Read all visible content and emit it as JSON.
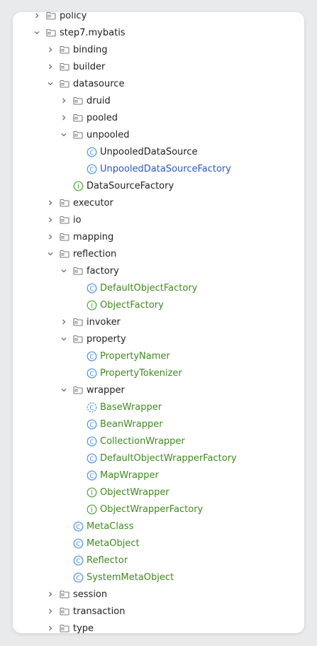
{
  "project_tree": {
    "items": [
      {
        "label": "policy",
        "depth": 0,
        "kind": "folder",
        "expanded": false,
        "color": "default"
      },
      {
        "label": "step7.mybatis",
        "depth": 0,
        "kind": "folder",
        "expanded": true,
        "color": "default"
      },
      {
        "label": "binding",
        "depth": 1,
        "kind": "folder",
        "expanded": false,
        "color": "default"
      },
      {
        "label": "builder",
        "depth": 1,
        "kind": "folder",
        "expanded": false,
        "color": "default"
      },
      {
        "label": "datasource",
        "depth": 1,
        "kind": "folder",
        "expanded": true,
        "color": "default"
      },
      {
        "label": "druid",
        "depth": 2,
        "kind": "folder",
        "expanded": false,
        "color": "default"
      },
      {
        "label": "pooled",
        "depth": 2,
        "kind": "folder",
        "expanded": false,
        "color": "default"
      },
      {
        "label": "unpooled",
        "depth": 2,
        "kind": "folder",
        "expanded": true,
        "color": "default"
      },
      {
        "label": "UnpooledDataSource",
        "depth": 3,
        "kind": "class",
        "color": "default"
      },
      {
        "label": "UnpooledDataSourceFactory",
        "depth": 3,
        "kind": "class",
        "color": "blue"
      },
      {
        "label": "DataSourceFactory",
        "depth": 2,
        "kind": "interface",
        "color": "default"
      },
      {
        "label": "executor",
        "depth": 1,
        "kind": "folder",
        "expanded": false,
        "color": "default"
      },
      {
        "label": "io",
        "depth": 1,
        "kind": "folder",
        "expanded": false,
        "color": "default"
      },
      {
        "label": "mapping",
        "depth": 1,
        "kind": "folder",
        "expanded": false,
        "color": "default"
      },
      {
        "label": "reflection",
        "depth": 1,
        "kind": "folder",
        "expanded": true,
        "color": "default"
      },
      {
        "label": "factory",
        "depth": 2,
        "kind": "folder",
        "expanded": true,
        "color": "default"
      },
      {
        "label": "DefaultObjectFactory",
        "depth": 3,
        "kind": "class",
        "color": "green"
      },
      {
        "label": "ObjectFactory",
        "depth": 3,
        "kind": "interface",
        "color": "green"
      },
      {
        "label": "invoker",
        "depth": 2,
        "kind": "folder",
        "expanded": false,
        "color": "default"
      },
      {
        "label": "property",
        "depth": 2,
        "kind": "folder",
        "expanded": true,
        "color": "default"
      },
      {
        "label": "PropertyNamer",
        "depth": 3,
        "kind": "class",
        "color": "green"
      },
      {
        "label": "PropertyTokenizer",
        "depth": 3,
        "kind": "class",
        "color": "green"
      },
      {
        "label": "wrapper",
        "depth": 2,
        "kind": "folder",
        "expanded": true,
        "color": "default"
      },
      {
        "label": "BaseWrapper",
        "depth": 3,
        "kind": "abstract",
        "color": "green"
      },
      {
        "label": "BeanWrapper",
        "depth": 3,
        "kind": "class",
        "color": "green"
      },
      {
        "label": "CollectionWrapper",
        "depth": 3,
        "kind": "class",
        "color": "green"
      },
      {
        "label": "DefaultObjectWrapperFactory",
        "depth": 3,
        "kind": "class",
        "color": "green"
      },
      {
        "label": "MapWrapper",
        "depth": 3,
        "kind": "class",
        "color": "green"
      },
      {
        "label": "ObjectWrapper",
        "depth": 3,
        "kind": "interface",
        "color": "green"
      },
      {
        "label": "ObjectWrapperFactory",
        "depth": 3,
        "kind": "interface",
        "color": "green"
      },
      {
        "label": "MetaClass",
        "depth": 2,
        "kind": "class",
        "color": "green"
      },
      {
        "label": "MetaObject",
        "depth": 2,
        "kind": "class",
        "color": "green"
      },
      {
        "label": "Reflector",
        "depth": 2,
        "kind": "class",
        "color": "green"
      },
      {
        "label": "SystemMetaObject",
        "depth": 2,
        "kind": "class",
        "color": "green"
      },
      {
        "label": "session",
        "depth": 1,
        "kind": "folder",
        "expanded": false,
        "color": "default"
      },
      {
        "label": "transaction",
        "depth": 1,
        "kind": "folder",
        "expanded": false,
        "color": "default"
      },
      {
        "label": "type",
        "depth": 1,
        "kind": "folder",
        "expanded": false,
        "color": "default"
      }
    ]
  },
  "icons": {
    "folder": "folder-icon",
    "class": "class-icon",
    "interface": "interface-icon",
    "abstract": "abstract-class-icon",
    "expanded": "chevron-down-icon",
    "collapsed": "chevron-right-icon"
  },
  "colors": {
    "class_icon": "#4a8ee8",
    "interface_icon": "#4ca33a",
    "folder_icon": "#7a7a7a",
    "green_text": "#3f8a1e",
    "blue_text": "#2757c4",
    "default_text": "#1f1f1f"
  }
}
